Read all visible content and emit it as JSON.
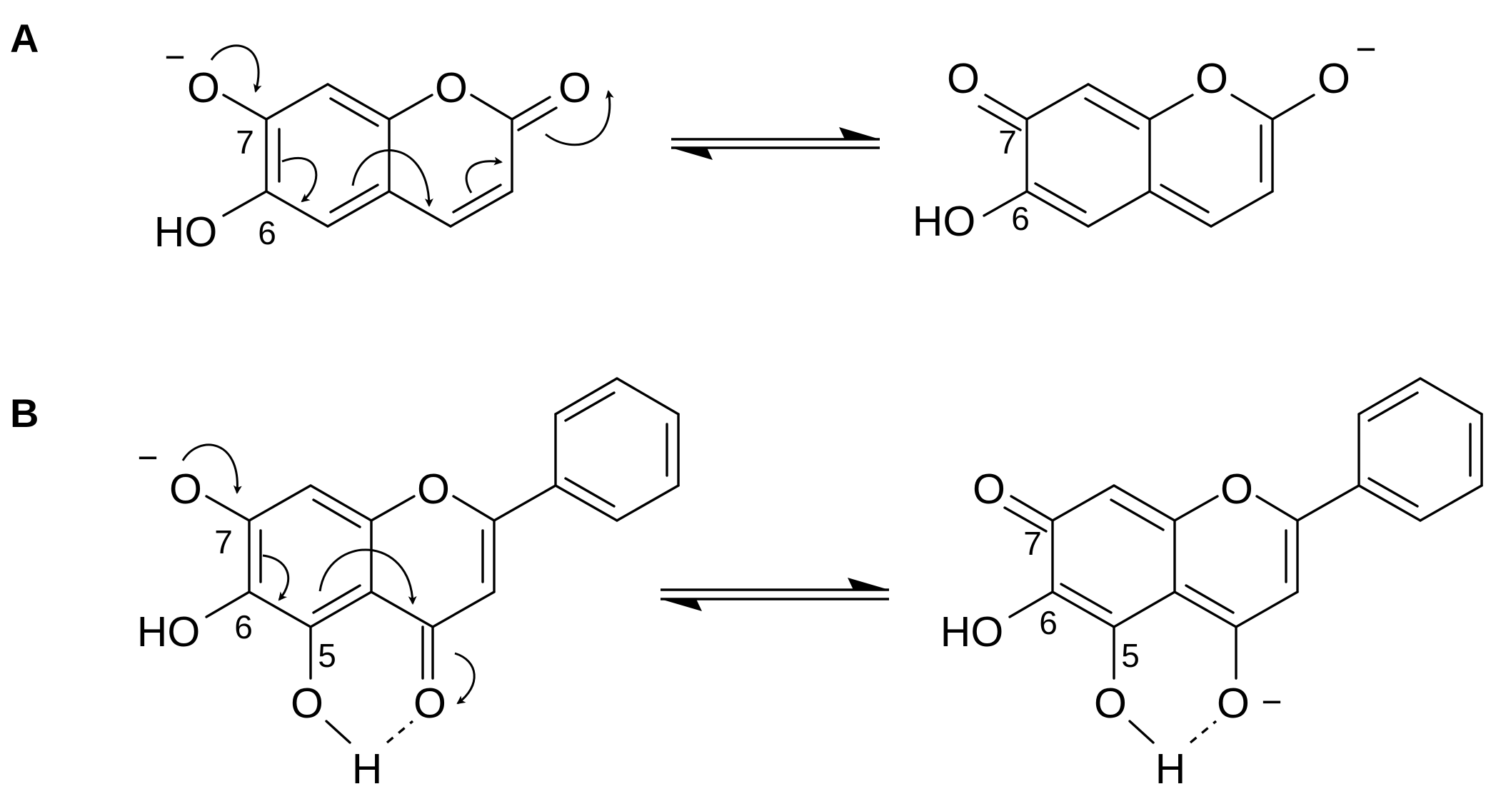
{
  "panels": [
    {
      "label": "A",
      "reactant": {
        "atoms": {
          "o7": "O",
          "ho6": "HO",
          "o_ring": "O",
          "o_carbonyl": "O"
        },
        "charge": "−",
        "positions": {
          "c7": "7",
          "c6": "6"
        }
      },
      "product": {
        "atoms": {
          "o7": "O",
          "ho6": "HO",
          "o_ring": "O",
          "o2": "O"
        },
        "charge": "−",
        "positions": {
          "c7": "7",
          "c6": "6"
        }
      }
    },
    {
      "label": "B",
      "reactant": {
        "atoms": {
          "o7": "O",
          "ho6": "HO",
          "o5": "O",
          "h": "H",
          "o_ring": "O",
          "o4": "O"
        },
        "charge": "−",
        "positions": {
          "c7": "7",
          "c6": "6",
          "c5": "5"
        }
      },
      "product": {
        "atoms": {
          "o7": "O",
          "ho6": "HO",
          "o5": "O",
          "h": "H",
          "o_ring": "O",
          "o4": "O"
        },
        "charge": "−",
        "positions": {
          "c7": "7",
          "c6": "6",
          "c5": "5"
        }
      }
    }
  ],
  "equilibrium": "reversible-arrows"
}
